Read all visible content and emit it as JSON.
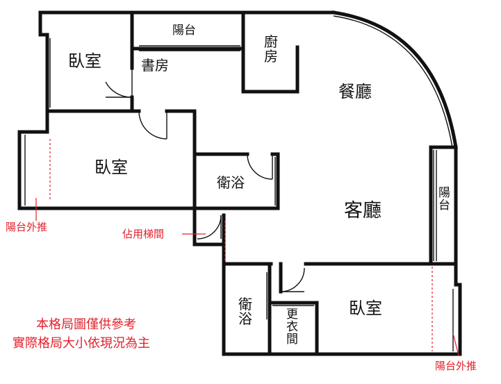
{
  "rooms": {
    "bedroom_top_left": "臥室",
    "balcony_top": "陽台",
    "study": "書房",
    "kitchen": "廚\n房",
    "dining": "餐廳",
    "bedroom_mid_left": "臥室",
    "bathroom_mid": "衛浴",
    "living": "客廳",
    "balcony_right": "陽\n台",
    "bathroom_bottom": "衛\n浴",
    "walk_in_closet": "更\n衣\n間",
    "bedroom_bottom": "臥室"
  },
  "annotations": {
    "balcony_extended_left": "陽台外推",
    "stair_space": "佔用梯間",
    "balcony_extended_right": "陽台外推",
    "disclaimer_line1": "本格局圖僅供參考",
    "disclaimer_line2": "實際格局大小依現況為主"
  },
  "colors": {
    "wall": "#111111",
    "annotation_red": "#e2202a",
    "background": "#ffffff"
  }
}
